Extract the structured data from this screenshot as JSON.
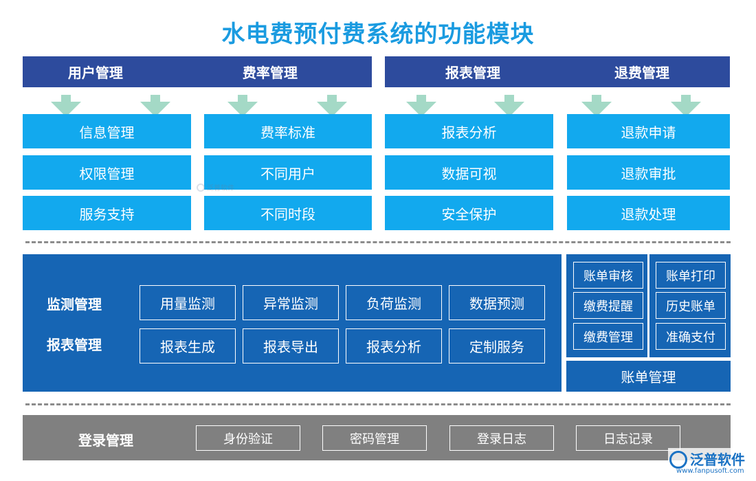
{
  "title": "水电费预付费系统的功能模块",
  "top_section": {
    "groups": [
      {
        "name": "用户管理",
        "items": [
          "信息管理",
          "权限管理",
          "服务支持"
        ]
      },
      {
        "name": "费率管理",
        "items": [
          "费率标准",
          "不同用户",
          "不同时段"
        ]
      },
      {
        "name": "报表管理",
        "items": [
          "报表分析",
          "数据可视",
          "安全保护"
        ]
      },
      {
        "name": "退费管理",
        "items": [
          "退款申请",
          "退款审批",
          "退款处理"
        ]
      }
    ]
  },
  "middle_section": {
    "rows": [
      {
        "label": "监测管理",
        "items": [
          "用量监测",
          "异常监测",
          "负荷监测",
          "数据预测"
        ]
      },
      {
        "label": "报表管理",
        "items": [
          "报表生成",
          "报表导出",
          "报表分析",
          "定制服务"
        ]
      }
    ],
    "billing": {
      "title": "账单管理",
      "left": [
        "账单审核",
        "缴费提醒",
        "缴费管理"
      ],
      "right": [
        "账单打印",
        "历史账单",
        "准确支付"
      ]
    }
  },
  "bottom_section": {
    "label": "登录管理",
    "items": [
      "身份验证",
      "密码管理",
      "登录日志",
      "日志记录"
    ]
  },
  "watermark": {
    "brand": "泛普软件",
    "url": "www.fanpusoft.com",
    "center_text": "泛普软件"
  },
  "colors": {
    "title": "#1a9be0",
    "header_bar": "#2d4b9d",
    "cyan_box": "#12a9ee",
    "arrow": "#a4d9c6",
    "mid_blue": "#1665b4",
    "gray_bar": "#808080"
  }
}
